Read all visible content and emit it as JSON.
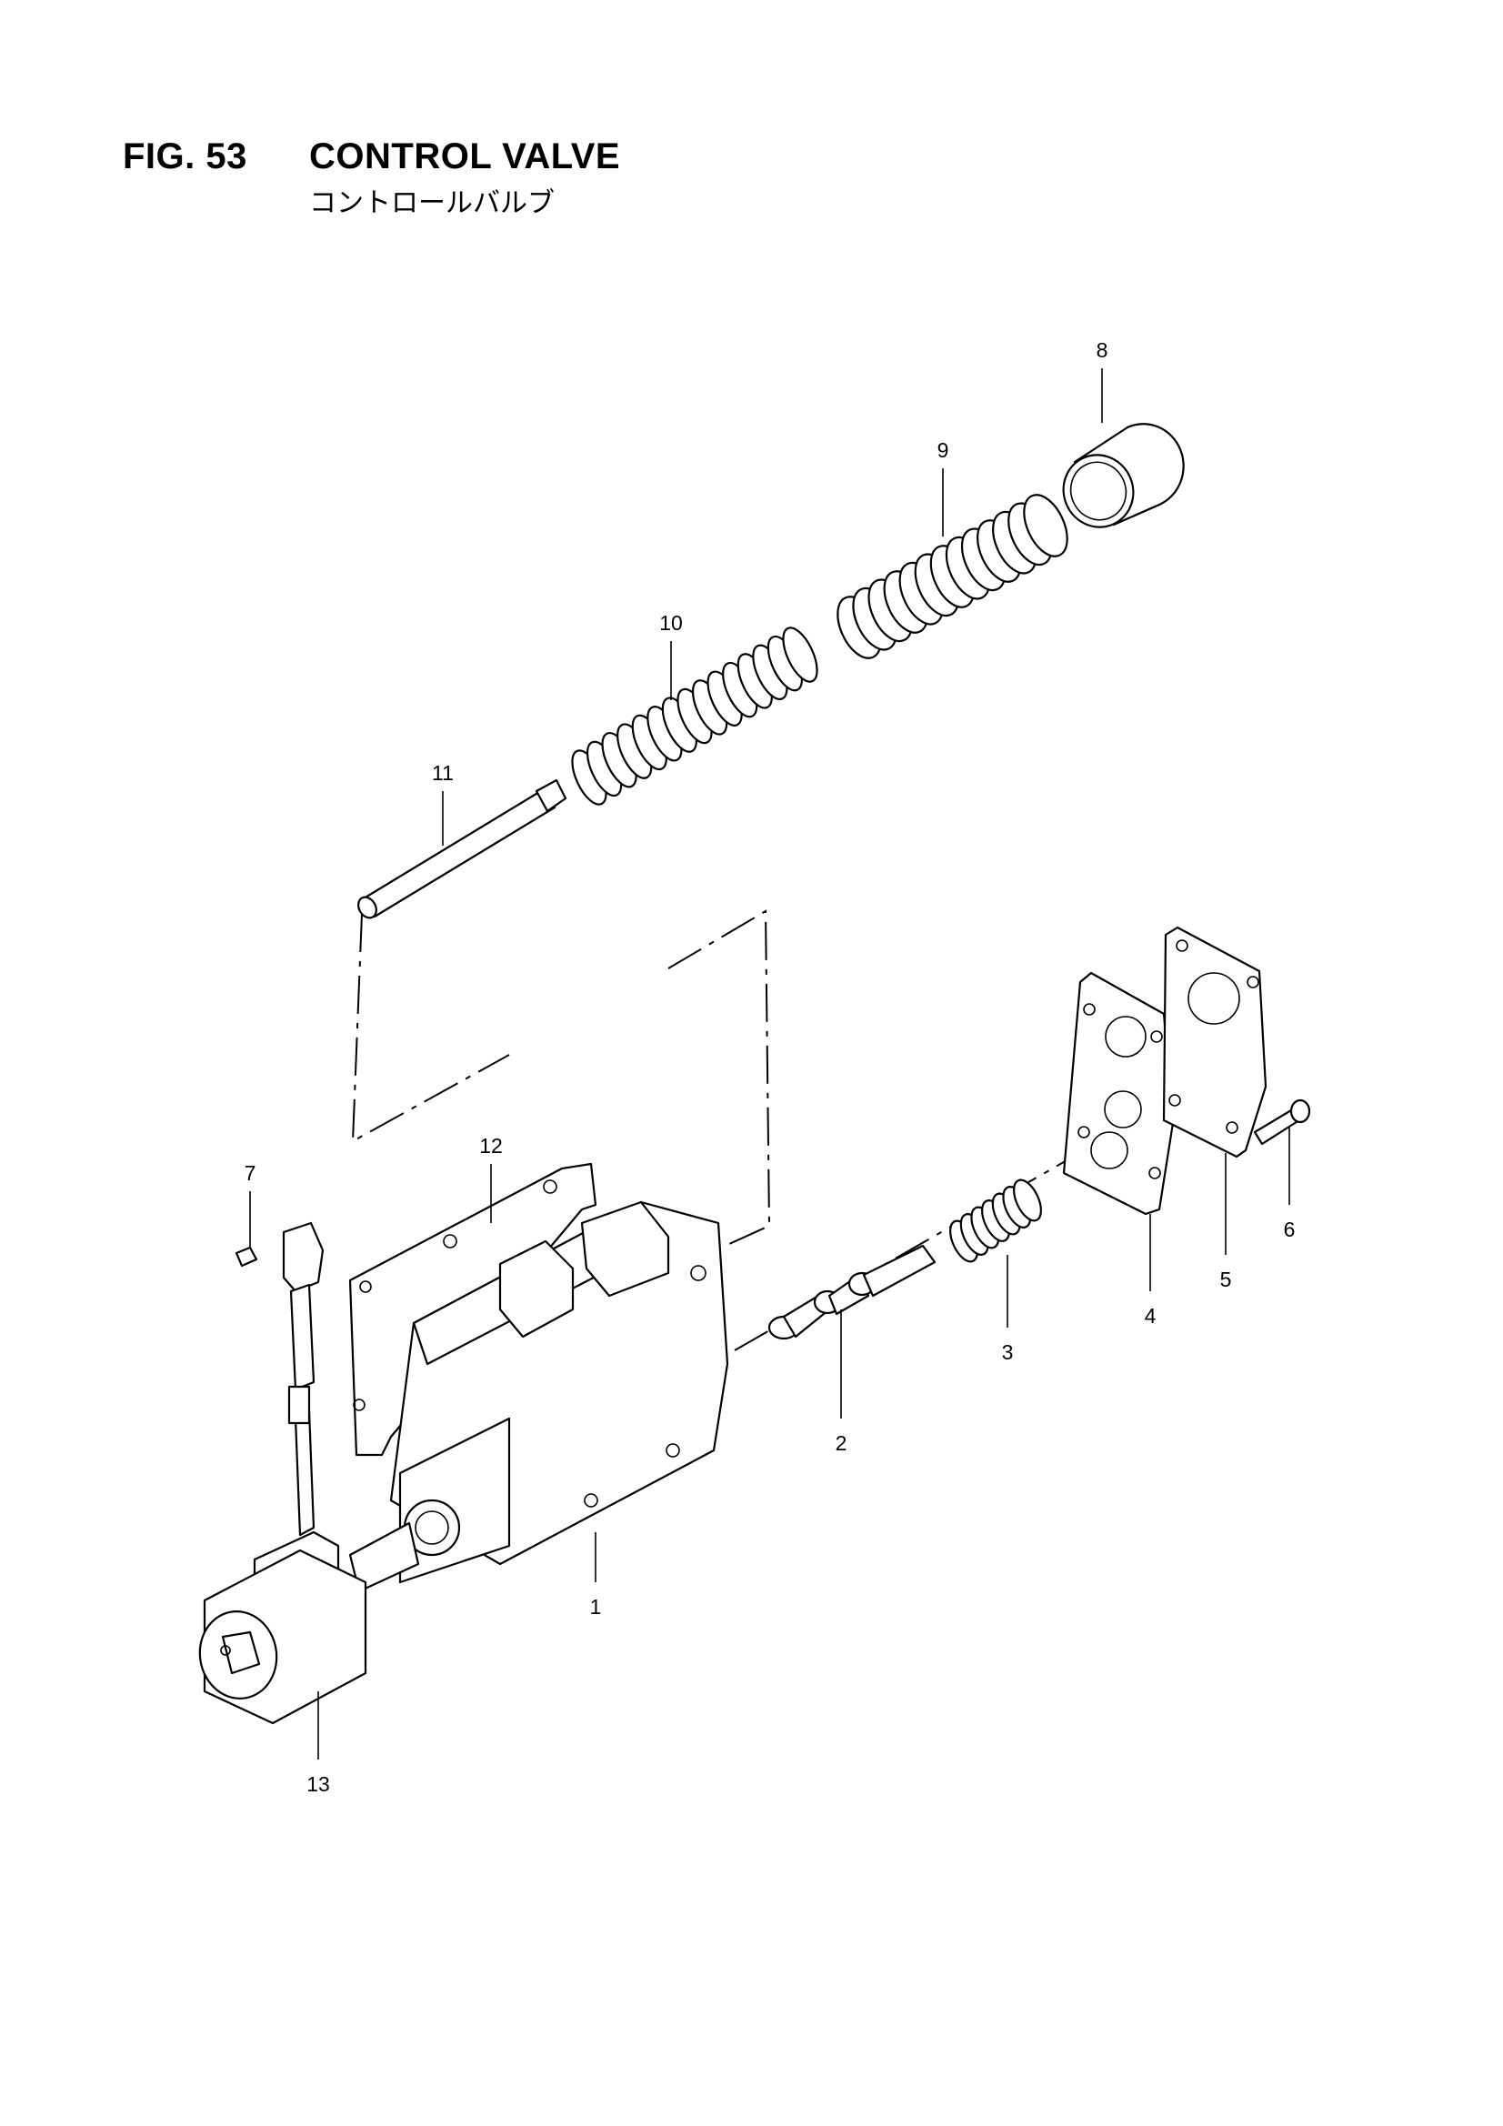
{
  "header": {
    "figure_label": "FIG. 53",
    "title": "CONTROL VALVE",
    "subtitle": "コントロールバルブ"
  },
  "callouts": {
    "c1": "1",
    "c2": "2",
    "c3": "3",
    "c4": "4",
    "c5": "5",
    "c6": "6",
    "c7": "7",
    "c8": "8",
    "c9": "9",
    "c10": "10",
    "c11": "11",
    "c12": "12",
    "c13": "13"
  }
}
